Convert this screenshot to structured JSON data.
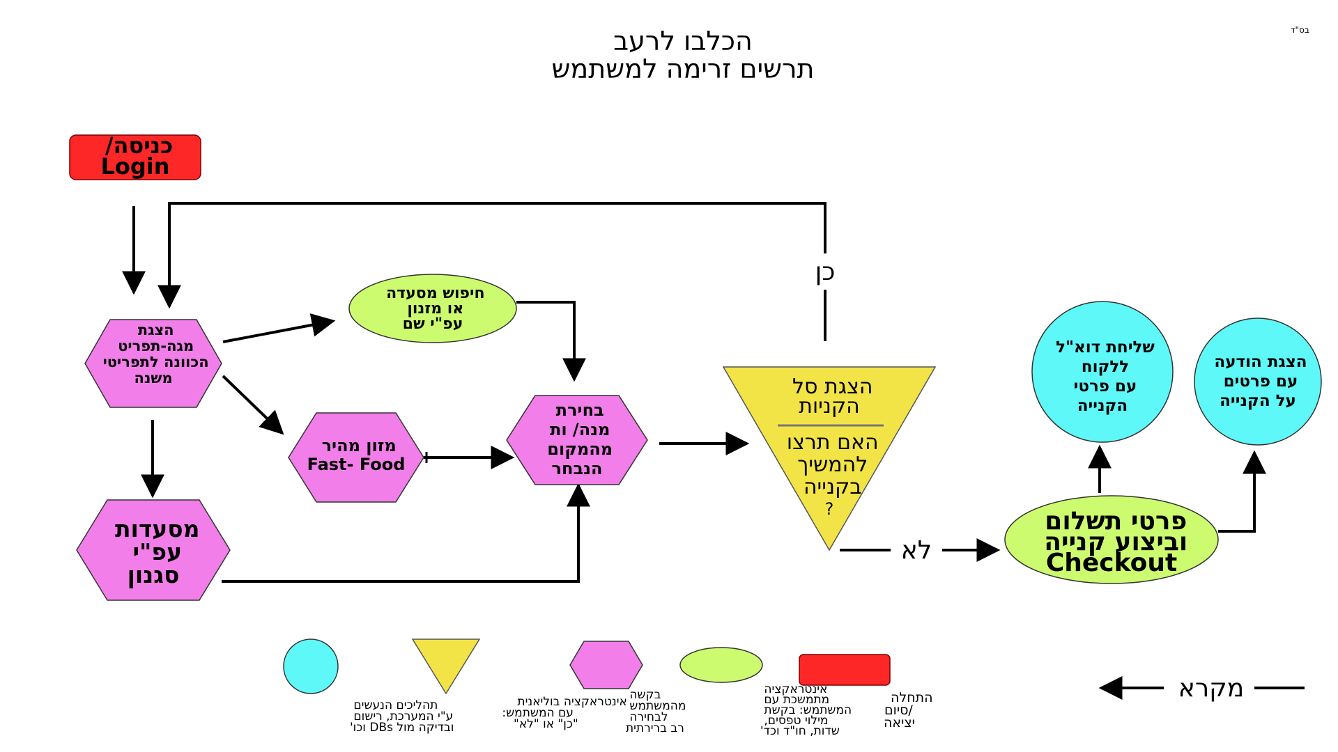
{
  "header": {
    "corner_mark": "בס\"ד",
    "title": "הכלבו לרעב",
    "subtitle": "תרשים זרימה למשתמש"
  },
  "nodes": {
    "login": [
      "כניסה/",
      "Login"
    ],
    "mega_menu": [
      "הצגת",
      "מגה-תפריט",
      "הכוונה לתפריטי",
      "משנה"
    ],
    "search": [
      "חיפוש מסעדה",
      "או מזנון",
      "עפ\"י שם"
    ],
    "fast_food": [
      "מזון מהיר",
      "Fast- Food"
    ],
    "by_style": [
      "מסעדות",
      "עפ\"י",
      "סגנון"
    ],
    "choose_dish": [
      "בחירת",
      "מנה/ ות",
      "מהמקום",
      "הנבחר"
    ],
    "cart_top": [
      "הצגת סל",
      "הקניות"
    ],
    "cart_question": [
      "האם תרצו",
      "להמשיך",
      "בקנייה",
      "?"
    ],
    "checkout": [
      "פרטי תשלום",
      "וביצוע קנייה",
      "Checkout"
    ],
    "send_email": [
      "שליחת דוא\"ל",
      "ללקוח",
      "עם פרטי",
      "הקנייה"
    ],
    "show_message": [
      "הצגת הודעה",
      "עם פרטים",
      "על הקנייה"
    ]
  },
  "edges": {
    "yes_label": "כן",
    "no_label": "לא"
  },
  "legend": {
    "title": "מקרא",
    "items": {
      "circle": [
        "תהליכים הנעשים",
        "ע\"י המערכת, רישום",
        "ובדיקה מול DBs וכו'"
      ],
      "triangle": [
        "אינטראקציה בוליאנית",
        "עם המשתמש:",
        "\"כן\" או \"לא\""
      ],
      "hexagon": [
        "בקשה",
        "מהמשתמש",
        "לבחירה",
        "רב ברירתית"
      ],
      "ellipse": [
        "אינטראקציה",
        "מתמשכת עם",
        "המשתמש: בקשת",
        "מילוי טפסים,",
        "שדות, חו\"ד וכד'"
      ],
      "rect": [
        "התחלה",
        "/סיום",
        "יציאה"
      ]
    }
  },
  "colors": {
    "start_red": "#fd2727",
    "hexagon_pink": "#f27ee9",
    "ellipse_green": "#ccfb6f",
    "triangle_yellow": "#f2e447",
    "circle_cyan": "#5ef8f9",
    "line_black": "#000000"
  }
}
